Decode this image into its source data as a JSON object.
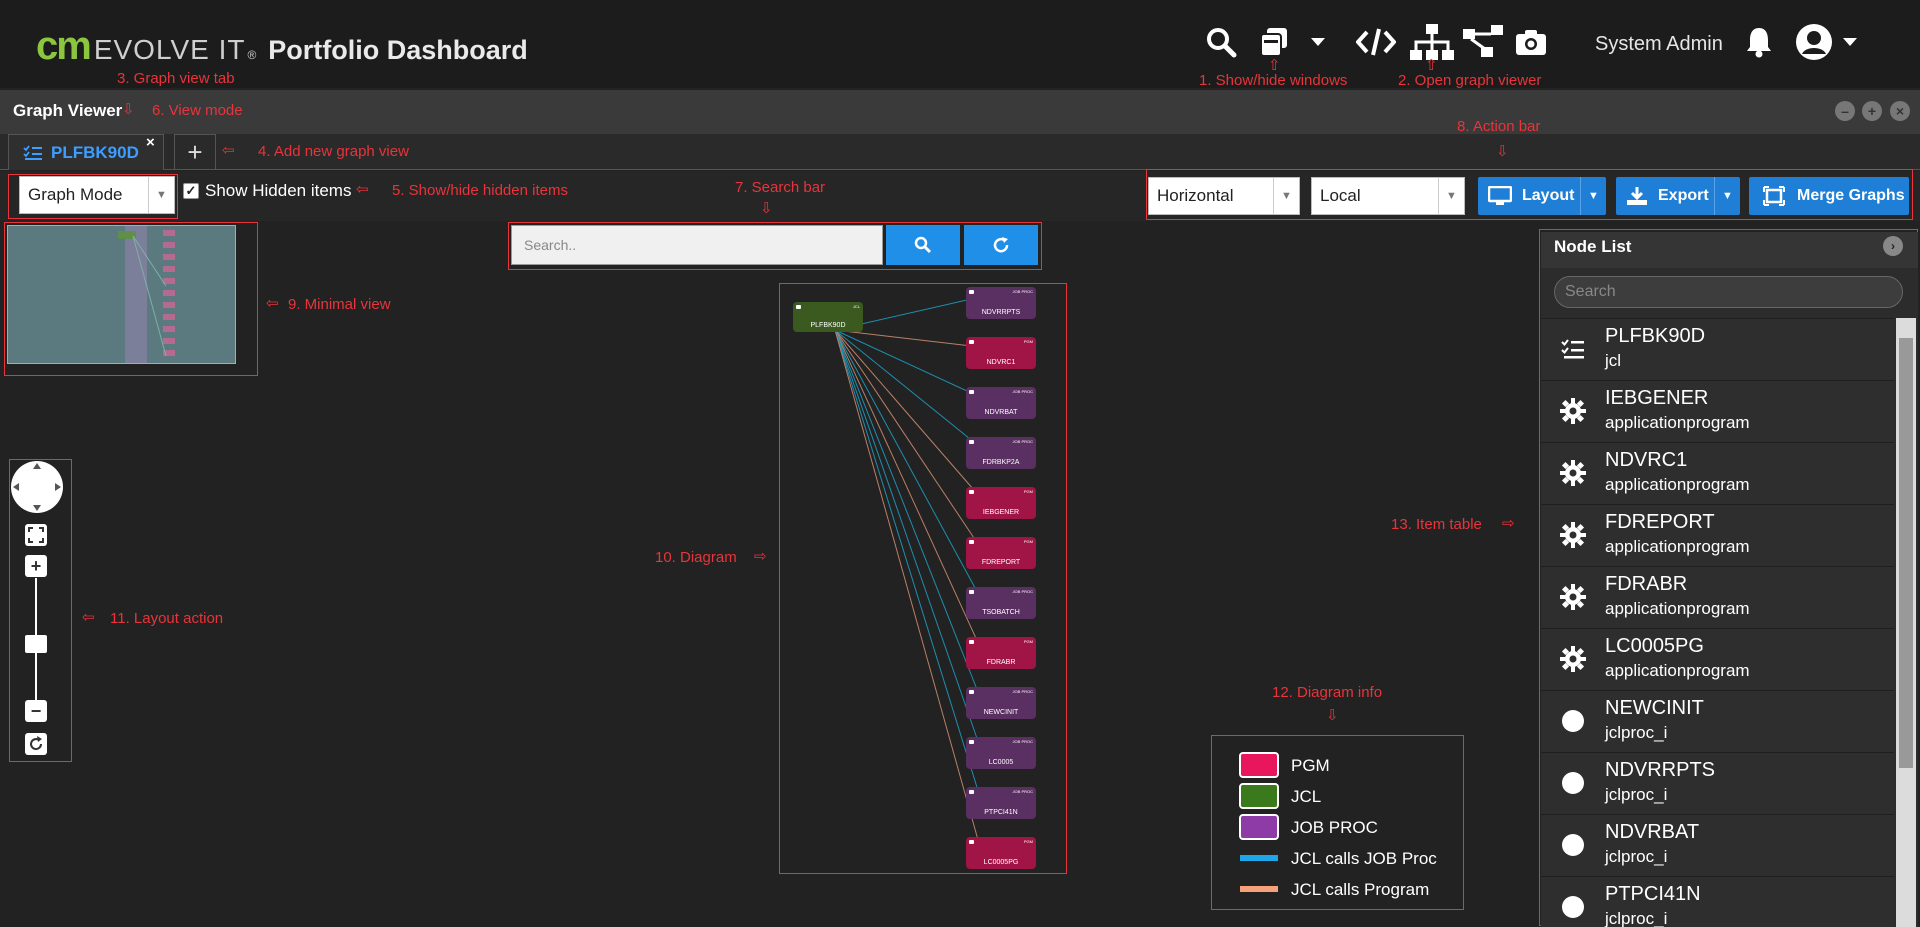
{
  "app": {
    "logo_cm": "cm",
    "logo_evolve": "EVOLVE IT",
    "logo_reg": "®",
    "title": "Portfolio Dashboard",
    "user_name": "System Admin",
    "icons": [
      "search-icon",
      "windows-icon",
      "code-icon",
      "org-chart-icon",
      "graph-viewer-icon",
      "camera-icon",
      "bell-icon",
      "user-avatar-icon"
    ]
  },
  "viewer": {
    "title": "Graph Viewer",
    "tab_label": "PLFBK90D",
    "tab_close": "×",
    "add_tab": "+",
    "view_mode": "Graph Mode",
    "show_hidden_label": "Show Hidden items",
    "show_hidden_checked": true,
    "orientation": "Horizontal",
    "scope": "Local",
    "layout_btn": "Layout",
    "export_btn": "Export",
    "merge_btn": "Merge Graphs",
    "search_placeholder": "Search.."
  },
  "annotations": {
    "a1": "1. Show/hide windows",
    "a2": "2. Open graph viewer",
    "a3": "3. Graph view tab",
    "a4": "4. Add new graph view",
    "a5": "5. Show/hide hidden items",
    "a6": "6. View mode",
    "a7": "7. Search bar",
    "a8": "8. Action bar",
    "a9": "9. Minimal view",
    "a10": "10. Diagram",
    "a11": "11. Layout action",
    "a12": "12. Diagram info",
    "a13": "13. Item table"
  },
  "diagram": {
    "root": {
      "label": "PLFBK90D",
      "tag": "JCL"
    },
    "nodes": [
      {
        "label": "NDVRRPTS",
        "kind": "jobproc",
        "tag": "JOB PROC"
      },
      {
        "label": "NDVRC1",
        "kind": "pgm",
        "tag": "PGM"
      },
      {
        "label": "NDVRBAT",
        "kind": "jobproc",
        "tag": "JOB PROC"
      },
      {
        "label": "FDRBKP2A",
        "kind": "jobproc",
        "tag": "JOB PROC"
      },
      {
        "label": "IEBGENER",
        "kind": "pgm",
        "tag": "PGM"
      },
      {
        "label": "FDREPORT",
        "kind": "pgm",
        "tag": "PGM"
      },
      {
        "label": "TSOBATCH",
        "kind": "jobproc",
        "tag": "JOB PROC"
      },
      {
        "label": "FDRABR",
        "kind": "pgm",
        "tag": "PGM"
      },
      {
        "label": "NEWCINIT",
        "kind": "jobproc",
        "tag": "JOB PROC"
      },
      {
        "label": "LC0005",
        "kind": "jobproc",
        "tag": "JOB PROC"
      },
      {
        "label": "PTPCI41N",
        "kind": "jobproc",
        "tag": "JOB PROC"
      },
      {
        "label": "LC0005PG",
        "kind": "pgm",
        "tag": "PGM"
      }
    ]
  },
  "legend": {
    "items": [
      {
        "label": "PGM",
        "color": "#e8175d"
      },
      {
        "label": "JCL",
        "color": "#3b7a1c"
      },
      {
        "label": "JOB PROC",
        "color": "#8e3ba8"
      },
      {
        "label": "JCL calls JOB Proc",
        "color": "#1ea7e8"
      },
      {
        "label": "JCL calls Program",
        "color": "#f7a17a"
      }
    ]
  },
  "nodelist": {
    "title": "Node List",
    "search_placeholder": "Search",
    "items": [
      {
        "name": "PLFBK90D",
        "type": "jcl",
        "icon": "list-check-icon"
      },
      {
        "name": "IEBGENER",
        "type": "applicationprogram",
        "icon": "gear-icon"
      },
      {
        "name": "NDVRC1",
        "type": "applicationprogram",
        "icon": "gear-icon"
      },
      {
        "name": "FDREPORT",
        "type": "applicationprogram",
        "icon": "gear-icon"
      },
      {
        "name": "FDRABR",
        "type": "applicationprogram",
        "icon": "gear-icon"
      },
      {
        "name": "LC0005PG",
        "type": "applicationprogram",
        "icon": "gear-icon"
      },
      {
        "name": "NEWCINIT",
        "type": "jclproc_i",
        "icon": "circle-icon"
      },
      {
        "name": "NDVRRPTS",
        "type": "jclproc_i",
        "icon": "circle-icon"
      },
      {
        "name": "NDVRBAT",
        "type": "jclproc_i",
        "icon": "circle-icon"
      },
      {
        "name": "PTPCI41N",
        "type": "jclproc_i",
        "icon": "circle-icon"
      }
    ]
  },
  "colors": {
    "accent": "#1f7fd6",
    "annotation": "#e8343a",
    "pgm": "#a01545",
    "jcl": "#3b5a1f",
    "jobproc": "#5a2f62",
    "edge_proc": "#1e8fb0",
    "edge_pgm": "#b98066"
  }
}
